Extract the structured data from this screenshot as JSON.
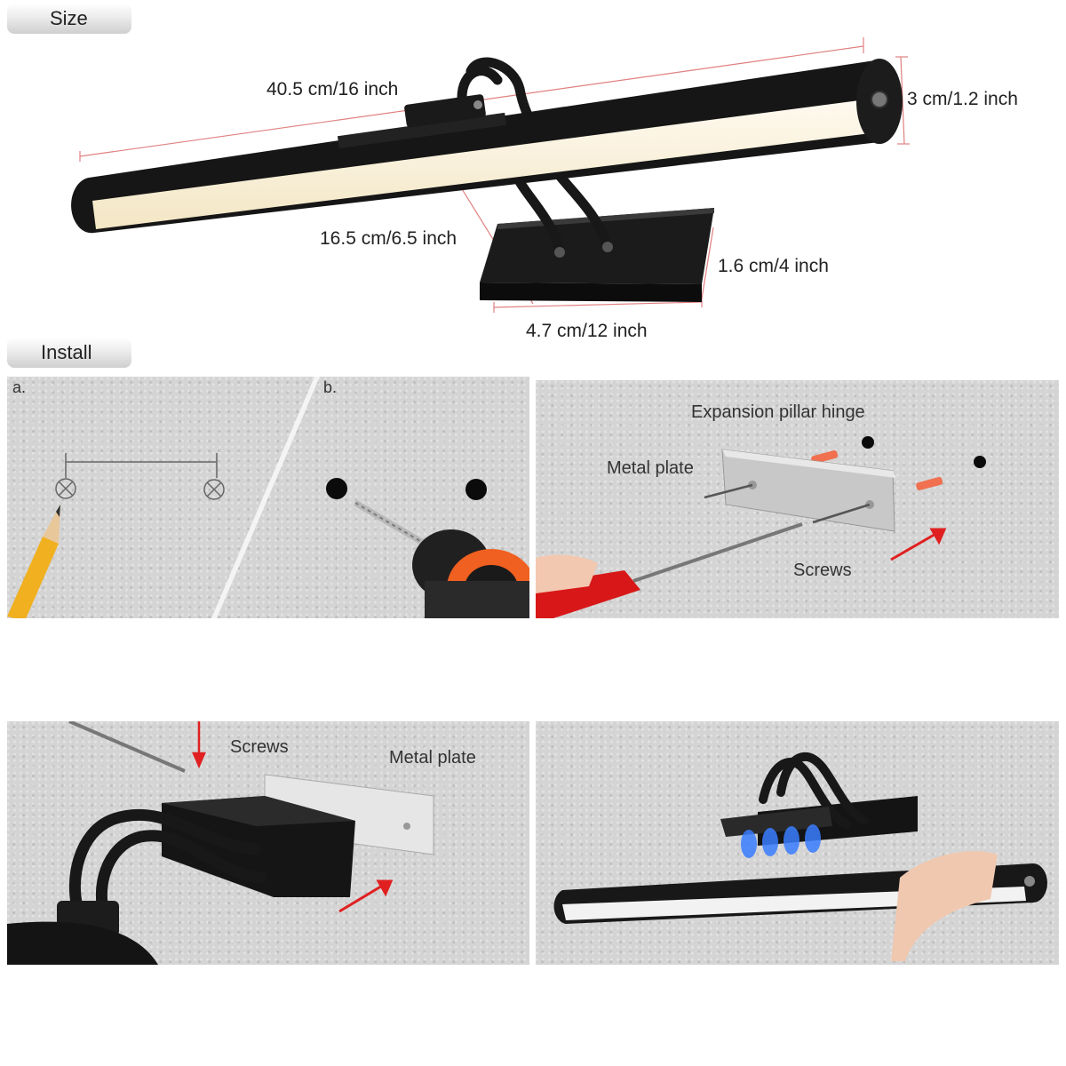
{
  "sections": {
    "size_title": "Size",
    "install_title": "Install"
  },
  "dimensions": {
    "length": "40.5 cm/16 inch",
    "height": "3 cm/1.2 inch",
    "depth": "16.5 cm/6.5 inch",
    "base_thickness": "1.6 cm/4 inch",
    "base_width": "4.7 cm/12 inch"
  },
  "steps": {
    "a": "a.",
    "b": "b.",
    "c": {
      "hinge": "Expansion pillar hinge",
      "plate": "Metal plate",
      "screws": "Screws"
    },
    "d": {
      "screws": "Screws",
      "plate": "Metal plate"
    }
  },
  "colors": {
    "lamp_body": "#161616",
    "led_glow": "#fff6dc",
    "dimension_line": "#e08080",
    "arrow": "#e02020",
    "pencil": "#f0b020",
    "drill": "#f06020",
    "screwdriver": "#d81818",
    "magnet_glow": "#3a7dff"
  }
}
